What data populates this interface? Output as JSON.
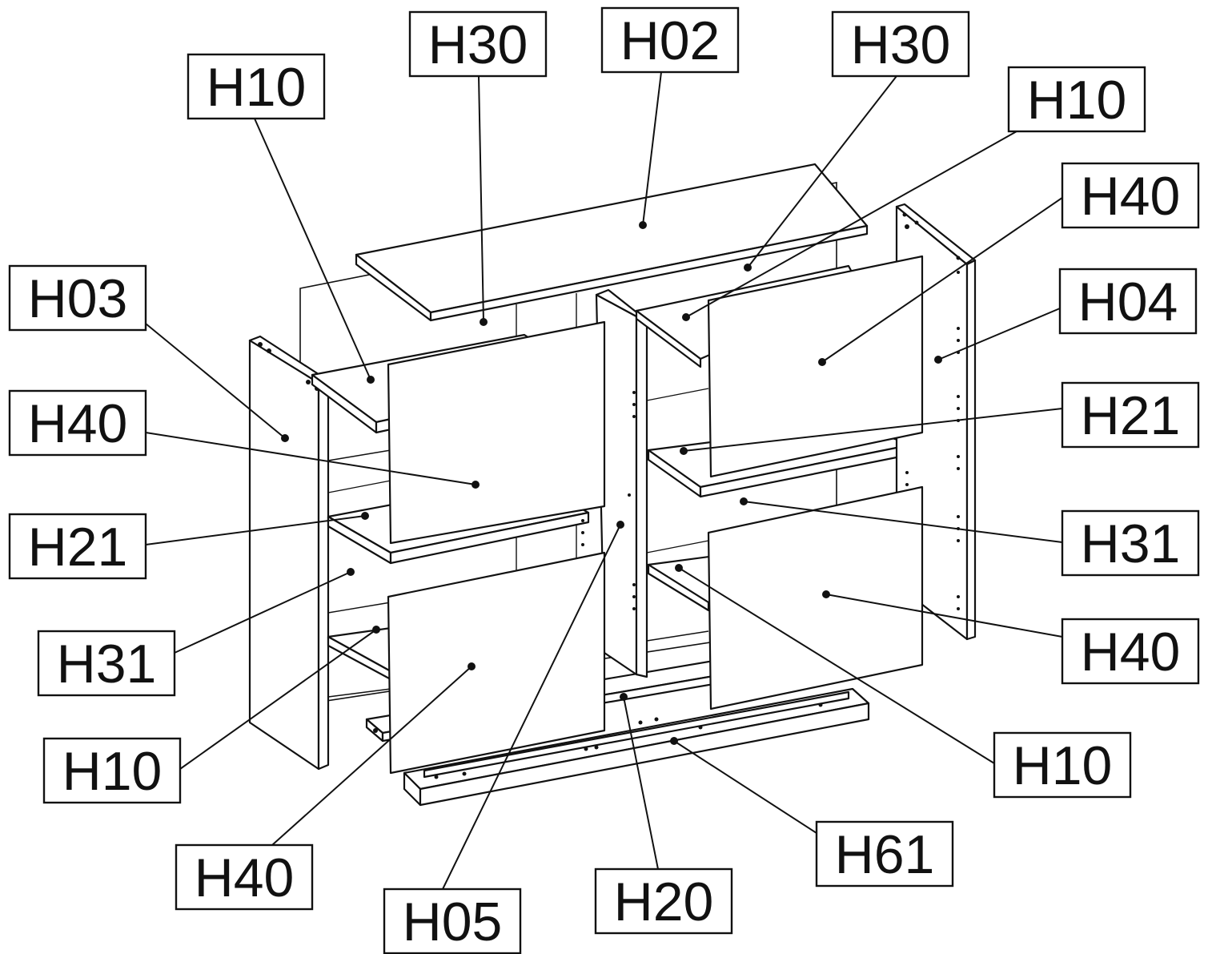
{
  "labels": [
    {
      "code": "H30"
    },
    {
      "code": "H02"
    },
    {
      "code": "H30"
    },
    {
      "code": "H10"
    },
    {
      "code": "H10"
    },
    {
      "code": "H40"
    },
    {
      "code": "H04"
    },
    {
      "code": "H03"
    },
    {
      "code": "H40"
    },
    {
      "code": "H21"
    },
    {
      "code": "H21"
    },
    {
      "code": "H31"
    },
    {
      "code": "H31"
    },
    {
      "code": "H40"
    },
    {
      "code": "H10"
    },
    {
      "code": "H10"
    },
    {
      "code": "H40"
    },
    {
      "code": "H61"
    },
    {
      "code": "H20"
    },
    {
      "code": "H05"
    }
  ]
}
